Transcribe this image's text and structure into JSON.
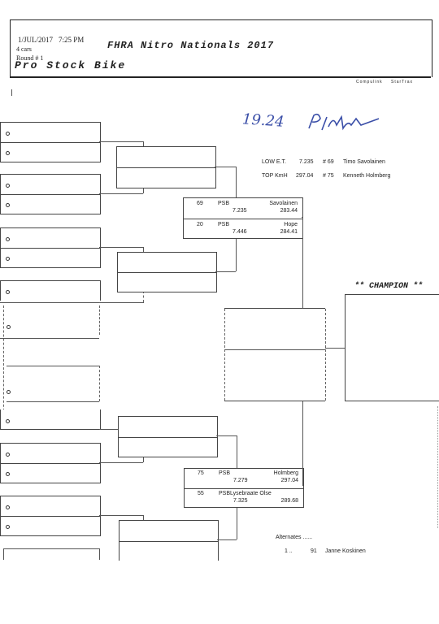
{
  "header": {
    "date": "1/JUL/2017",
    "time": "7:25 PM",
    "cars": "4 cars",
    "round": "Round # 1",
    "event_title": "FHRA Nitro Nationals 2017",
    "class_title": "Pro Stock Bike",
    "vendor_left": "Compulink",
    "vendor_right": "StarTrax"
  },
  "handwriting": {
    "note": "19.24"
  },
  "records": {
    "low_et": {
      "label": "LOW E.T.",
      "value": "7.235",
      "number": "# 69",
      "name": "Timo Savolainen"
    },
    "top_kmh": {
      "label": "TOP KmH",
      "value": "297.04",
      "number": "# 75",
      "name": "Kenneth Holmberg"
    }
  },
  "champion": {
    "label": "** CHAMPION **"
  },
  "pairings": [
    {
      "top": {
        "number": "69",
        "class": "PSB",
        "name": "Savolainen",
        "et": "7.235",
        "speed": "283.44"
      },
      "bottom": {
        "number": "20",
        "class": "PSB",
        "name": "Hope",
        "et": "7.446",
        "speed": "284.41"
      }
    },
    {
      "top": {
        "number": "75",
        "class": "PSB",
        "name": "Holmberg",
        "et": "7.279",
        "speed": "297.04"
      },
      "bottom": {
        "number": "55",
        "class": "PSB",
        "name": "Lysebraate Olse",
        "et": "7.325",
        "speed": "289.68"
      }
    }
  ],
  "alternates": {
    "title": "Alternates ......",
    "entries": [
      {
        "position": "1 ..",
        "number": "91",
        "name": "Janne Koskinen"
      }
    ]
  }
}
